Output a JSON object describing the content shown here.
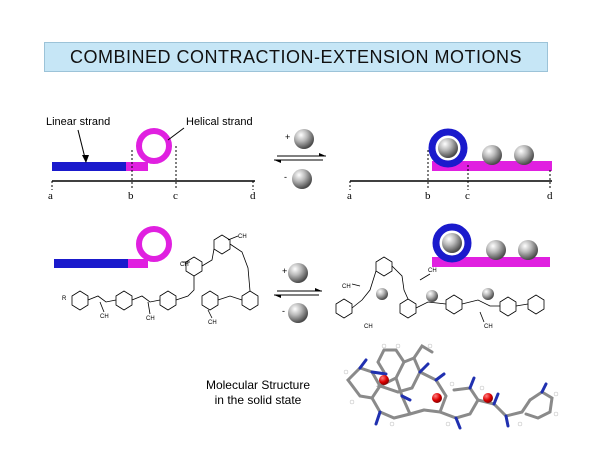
{
  "title": "COMBINED  CONTRACTION-EXTENSION  MOTIONS",
  "labels": {
    "linear_strand": "Linear strand",
    "helical_strand": "Helical strand",
    "plus": "+",
    "minus": "-",
    "axis_left": [
      "a",
      "b",
      "c",
      "d"
    ],
    "axis_right": [
      "a",
      "b",
      "c",
      "d"
    ]
  },
  "molecular_structure_caption": [
    "Molecular Structure",
    "in the solid state"
  ],
  "colors": {
    "title_bg": "#c6e6f6",
    "linear_strand": "#1a1acc",
    "helical_strand": "#e020e0",
    "ion_sphere": "#9a9a9a",
    "crystal_ion": "#dd0000",
    "crystal_nitrogen": "#2030b0",
    "crystal_carbon": "#8a8a8a"
  }
}
